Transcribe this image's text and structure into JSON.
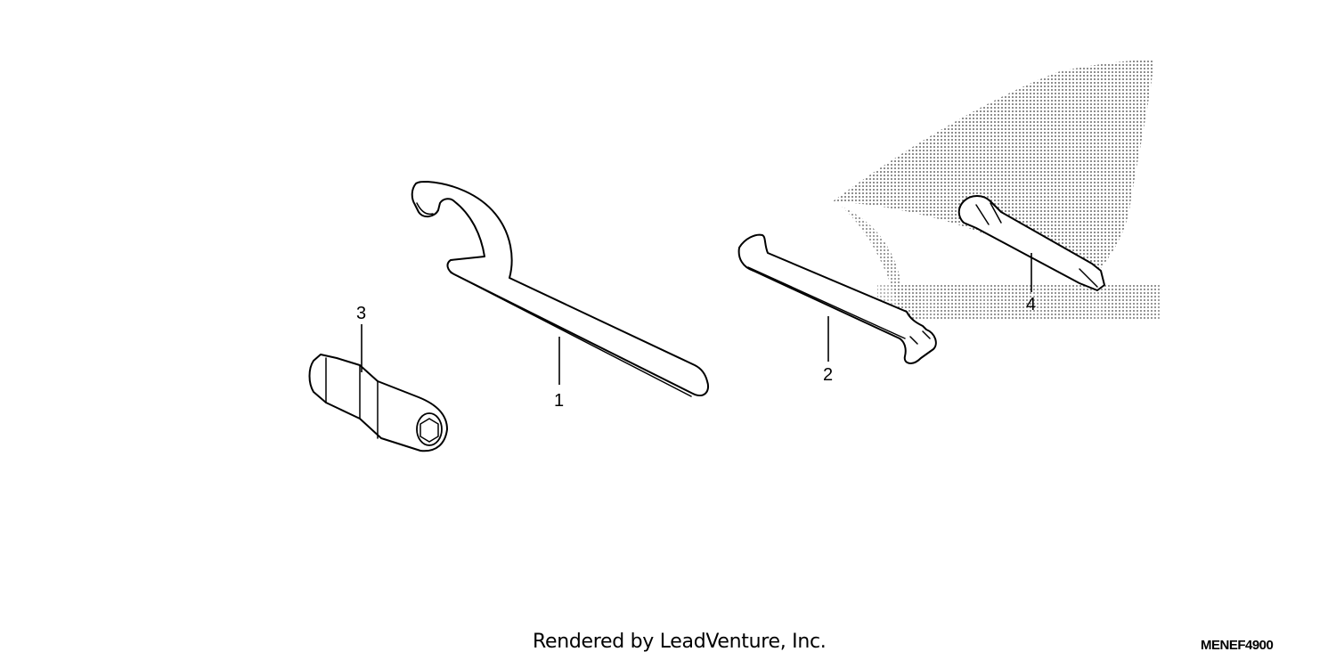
{
  "parts": [
    {
      "callout": "1",
      "icon": "pin-spanner-wrench-icon"
    },
    {
      "callout": "2",
      "icon": "open-end-spoke-wrench-icon"
    },
    {
      "callout": "3",
      "icon": "spark-plug-socket-wrench-icon"
    },
    {
      "callout": "4",
      "icon": "screwdriver-bit-icon"
    }
  ],
  "watermark": {
    "icon": "honda-wing-logo-icon",
    "color": "#9a9a9a"
  },
  "footer": {
    "credit": "Rendered by LeadVenture, Inc.",
    "code": "MENEF4900"
  }
}
